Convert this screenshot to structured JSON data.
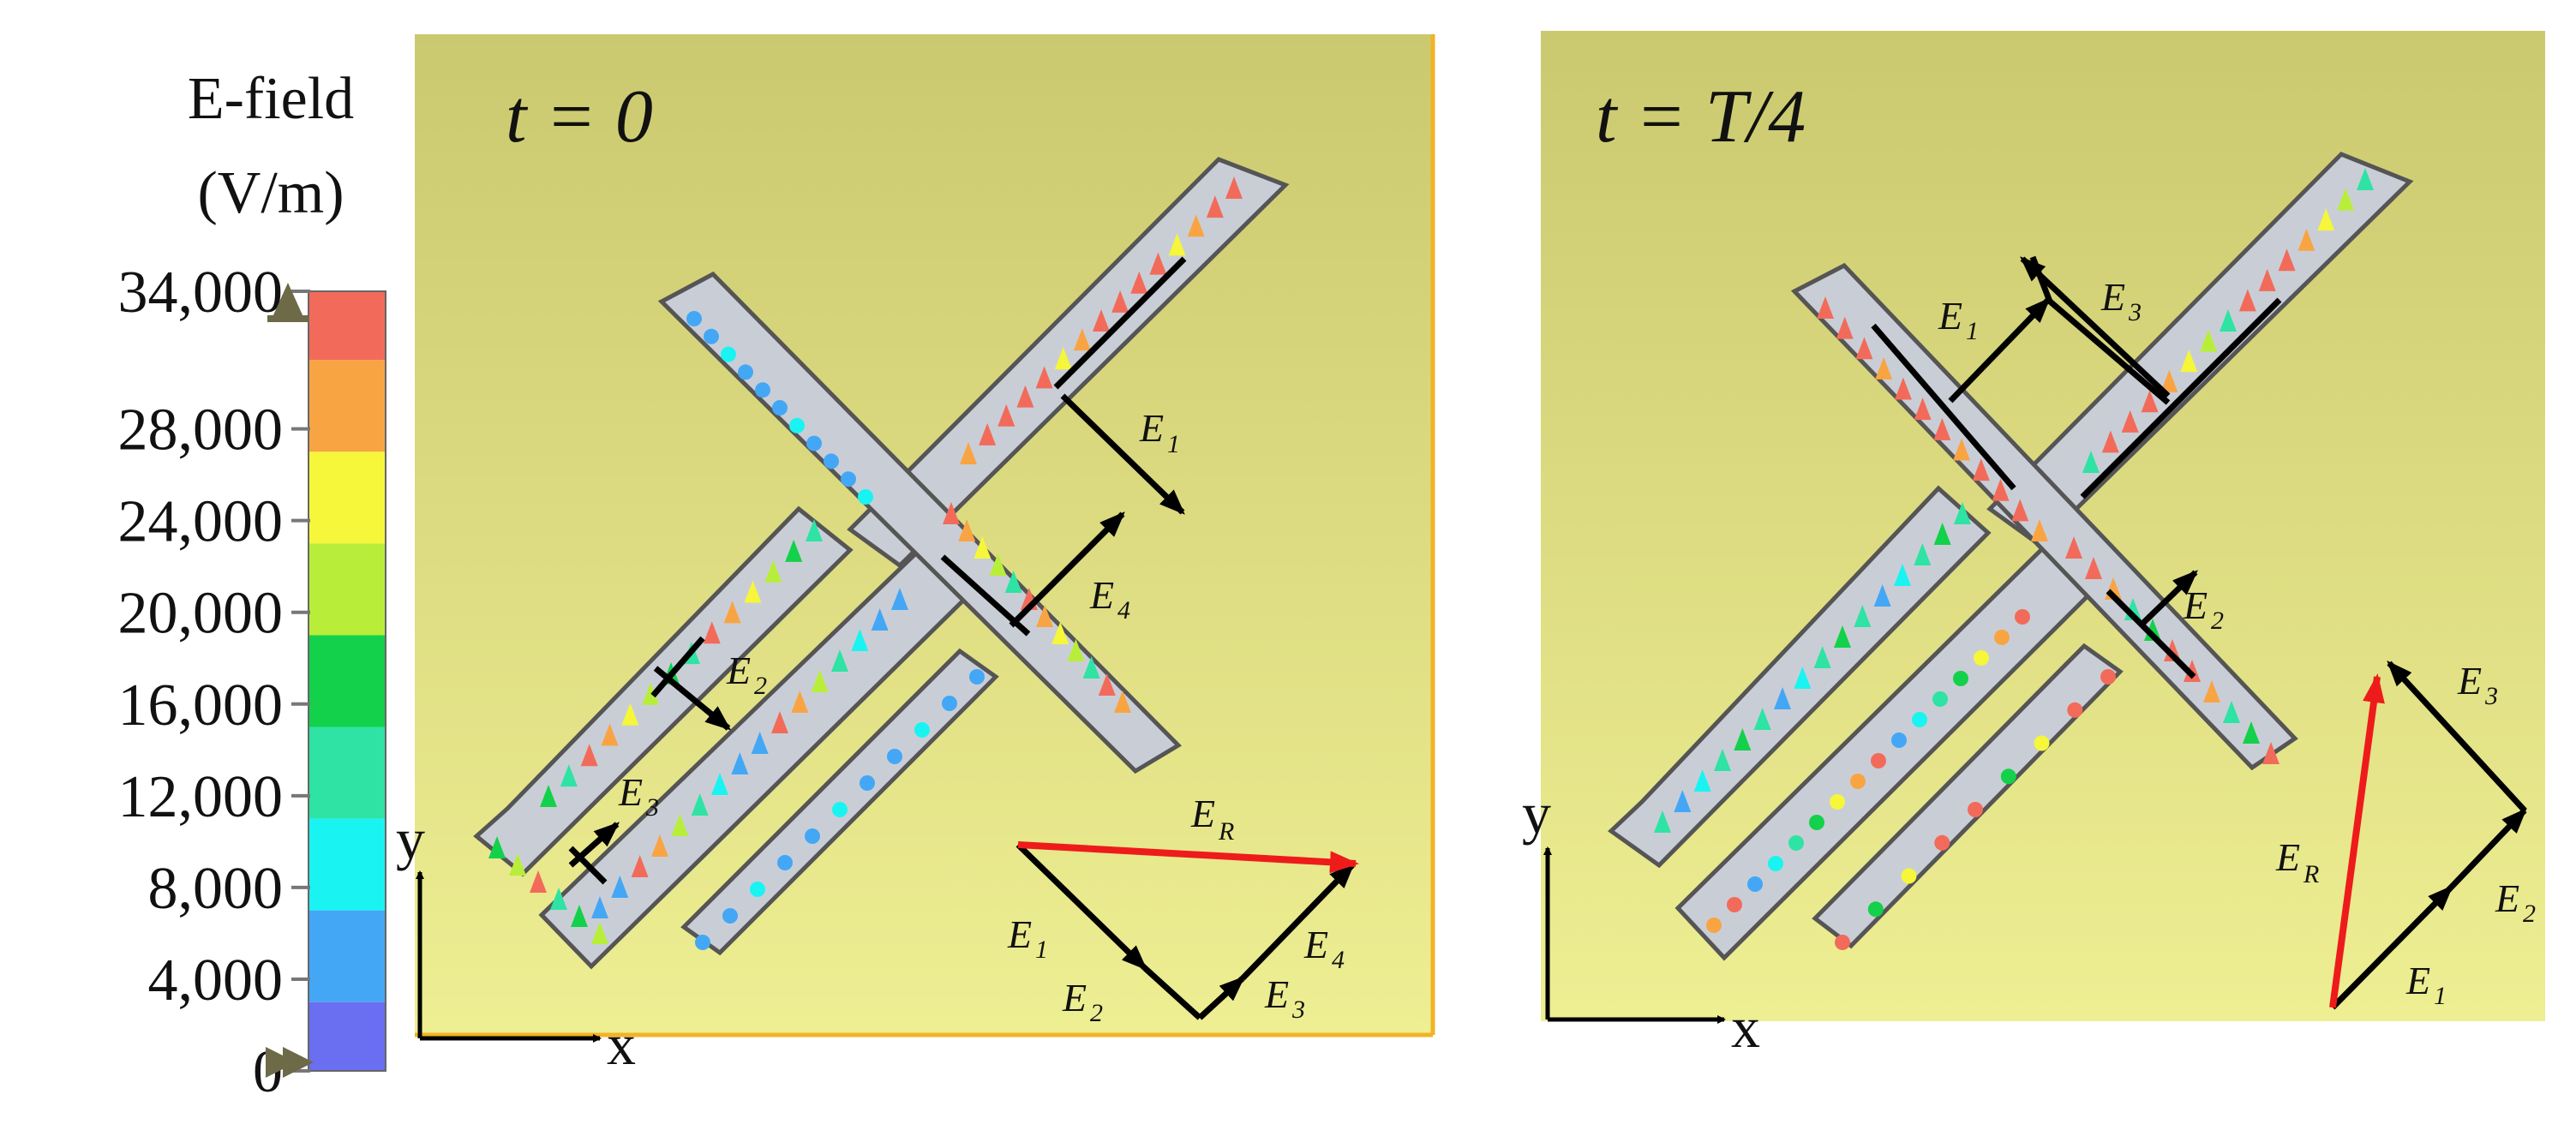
{
  "legend": {
    "title": "E-field",
    "unit": "(V/m)",
    "ticks": [
      "34,000",
      "28,000",
      "24,000",
      "20,000",
      "16,000",
      "12,000",
      "8,000",
      "4,000",
      "0"
    ],
    "tick_values": [
      34000,
      28000,
      24000,
      20000,
      16000,
      12000,
      8000,
      4000,
      0
    ],
    "colors": [
      "#f26b5a",
      "#f9a443",
      "#f6f63a",
      "#b8ee3a",
      "#13d14a",
      "#2ee3a4",
      "#19f4f2",
      "#44a7f5",
      "#6a6ef1"
    ]
  },
  "axes": {
    "y_label": "y",
    "x_label": "x"
  },
  "panels": [
    {
      "time_label": "t = 0",
      "arrows": [
        "E1",
        "E2",
        "E3",
        "E4"
      ],
      "triangle": [
        "E1",
        "E2",
        "E3",
        "E4",
        "ER"
      ]
    },
    {
      "time_label": "t = T/4",
      "arrows": [
        "E1",
        "E3",
        "E2"
      ],
      "triangle": [
        "E1",
        "E2",
        "E3",
        "ER"
      ]
    }
  ],
  "colors": {
    "background_top": "#cbc96f",
    "background_bottom": "#eeee93",
    "panel_border": "#f2b324",
    "strip_fill": "#c9ced6",
    "strip_stroke": "#555555",
    "resultant_arrow": "#ee1b1b",
    "component_arrow": "#000000"
  },
  "icons": [
    "arrow-right-icon",
    "arrow-up-icon",
    "port-marker-icon"
  ]
}
